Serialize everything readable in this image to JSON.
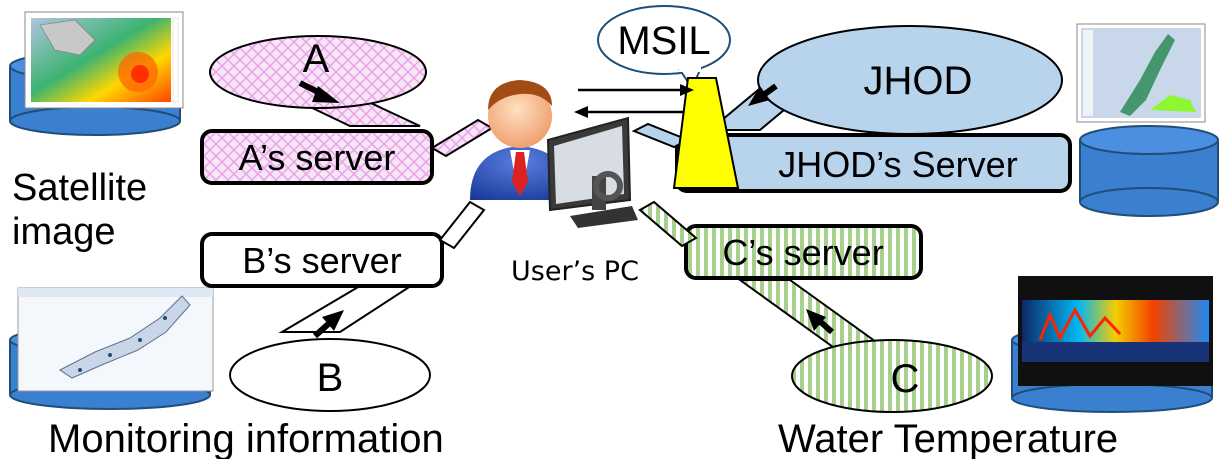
{
  "diagram": {
    "sources": {
      "a": {
        "label": "A",
        "server": "A’s server",
        "data_type": [
          "Satellite",
          "image"
        ]
      },
      "b": {
        "label": "B",
        "server": "B’s server",
        "data_type": "Monitoring information"
      },
      "c": {
        "label": "C",
        "server": "C’s server",
        "data_type": "Water Temperature"
      },
      "jhod": {
        "label": "JHOD",
        "server": "JHOD’s Server"
      }
    },
    "user_pc": "User’s PC",
    "msil": "MSIL"
  },
  "colors": {
    "a_pattern": "#e8b4e8",
    "jhod_fill": "#b8d3ec",
    "c_stripe": "#a8d08d",
    "msil_fill": "#ffff00",
    "cylinder_fill": "#3a7fd0",
    "cylinder_stroke": "#1f4e79"
  },
  "icons": {
    "user": "user-avatar-icon",
    "pc": "desktop-computer-icon",
    "database": "database-cylinder-icon"
  }
}
